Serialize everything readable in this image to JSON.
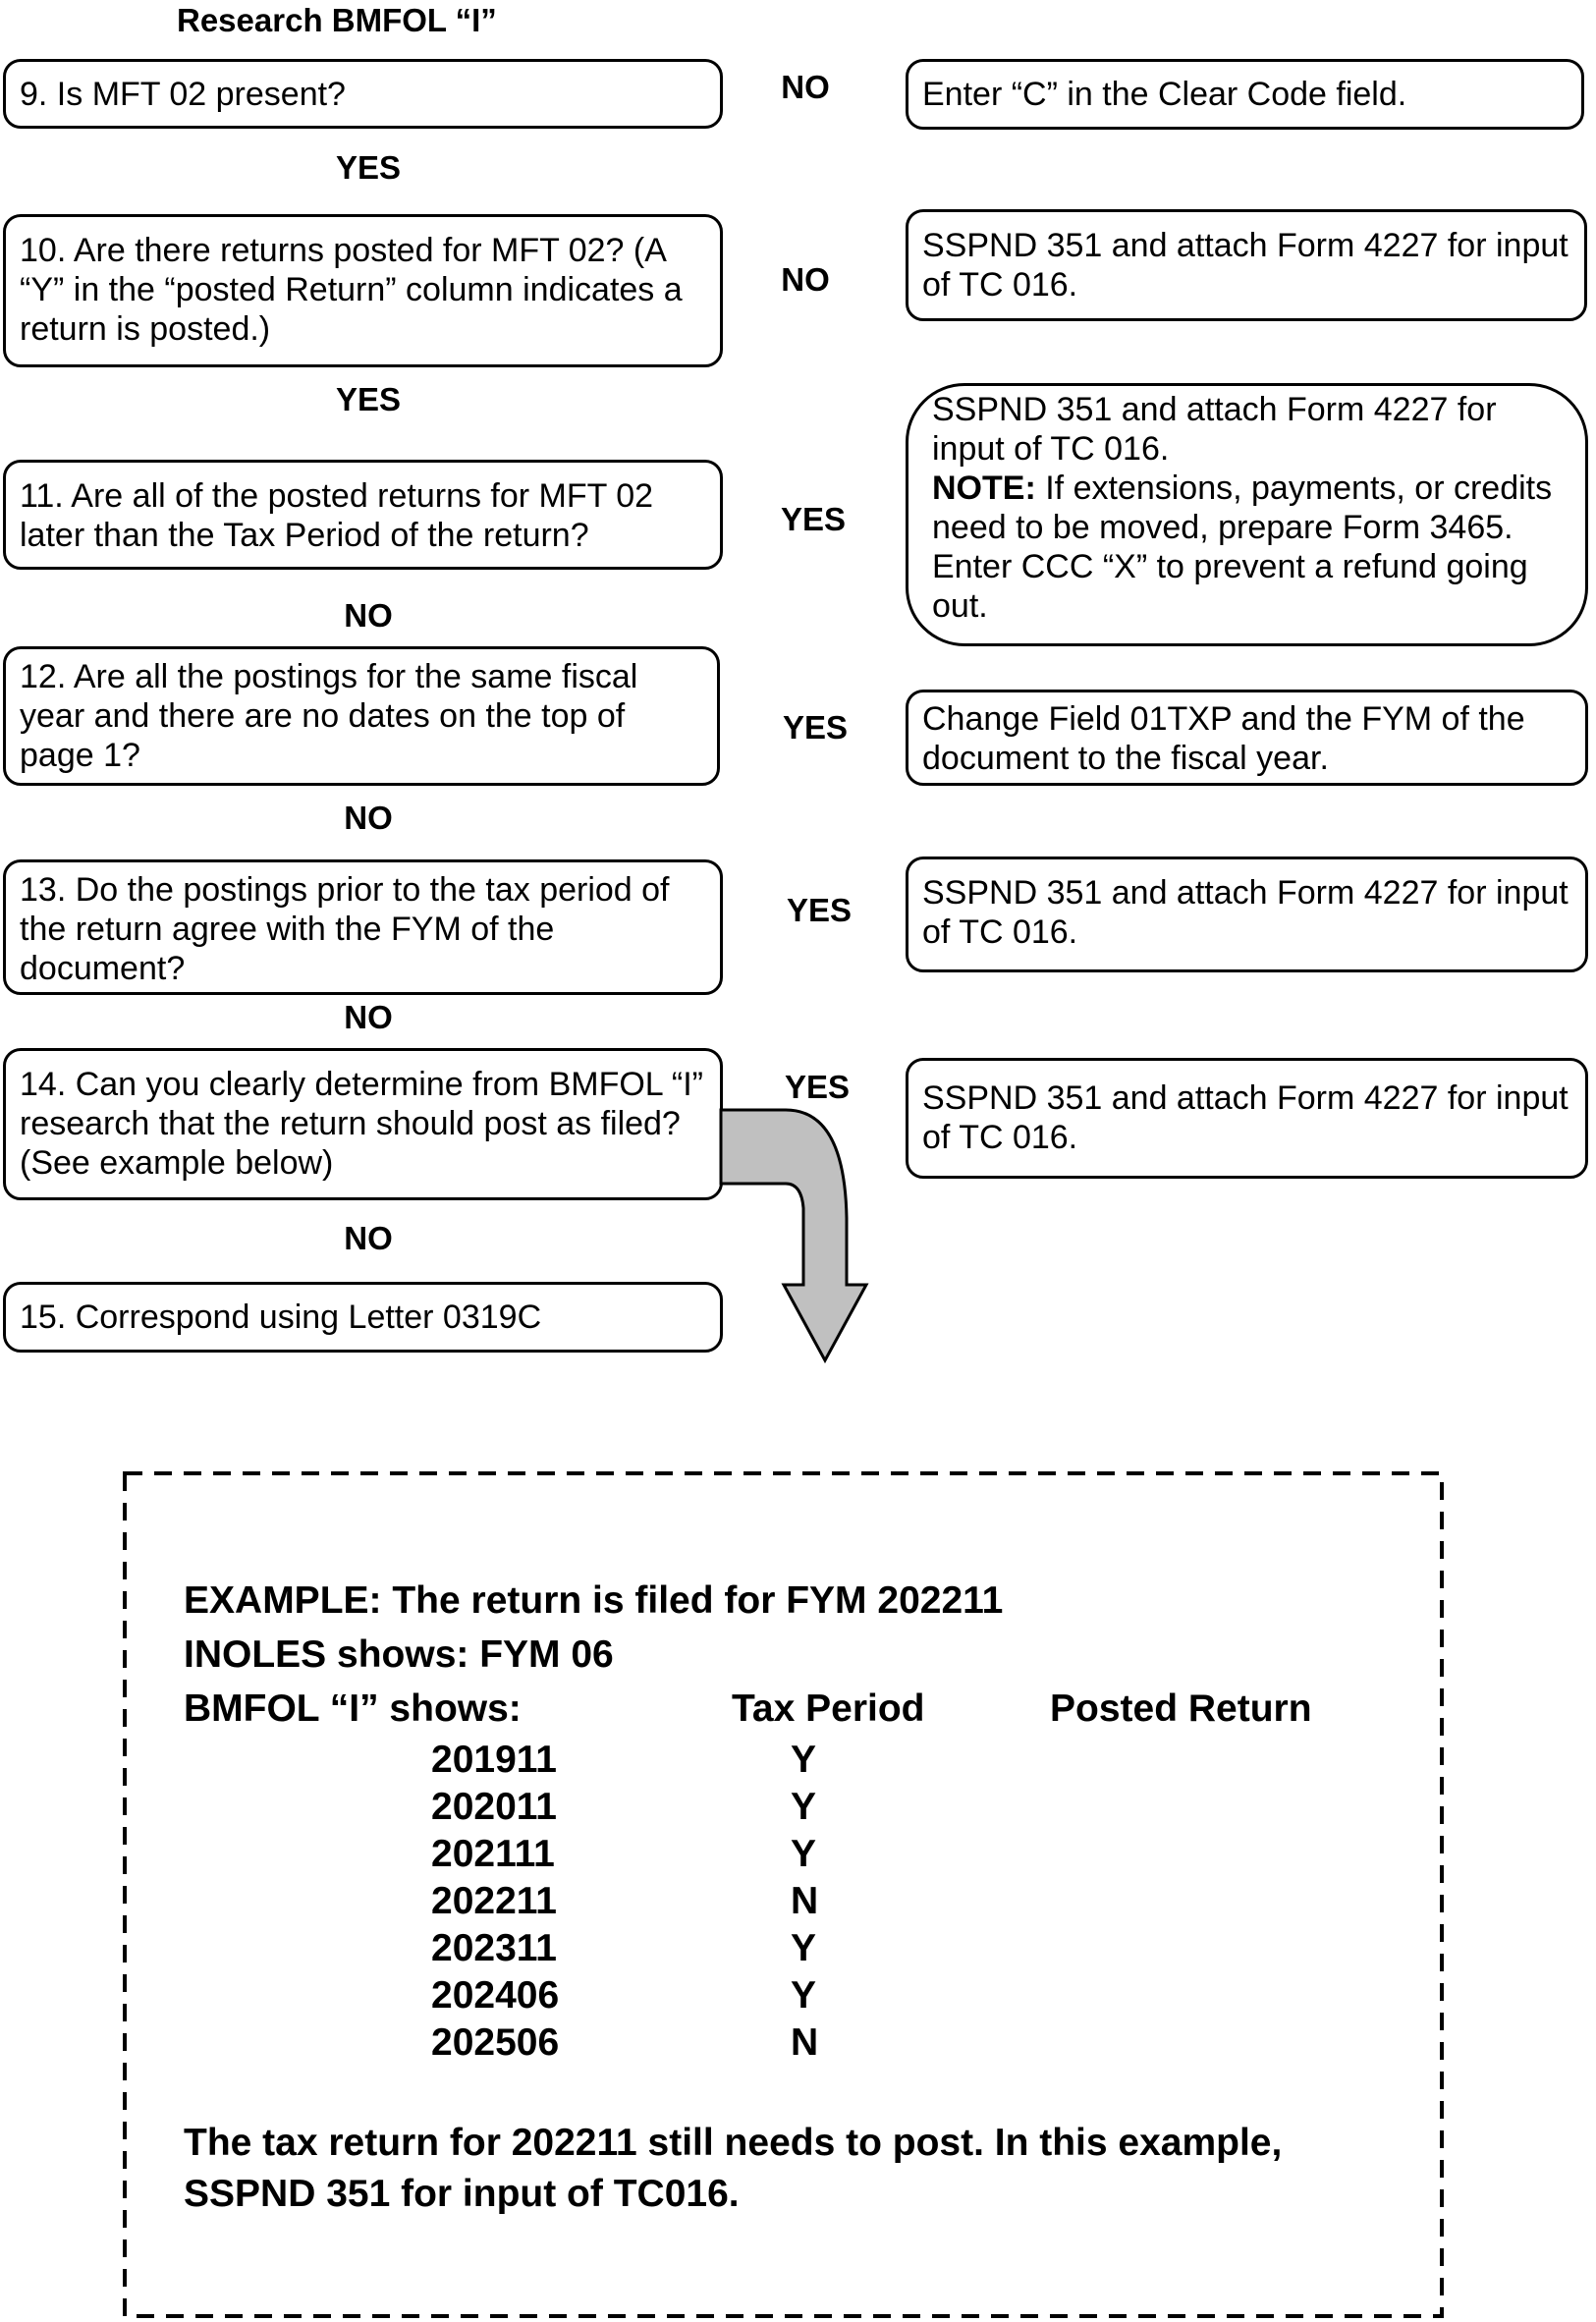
{
  "title": "Research BMFOL “I”",
  "steps": [
    {
      "question": "9. Is MFT 02 present?",
      "branch_label": "NO",
      "next_label": "YES",
      "outcome": "Enter “C” in the Clear Code field."
    },
    {
      "question": "10. Are there returns posted for MFT 02?  (A “Y” in the “posted Return” column indicates a return is posted.)",
      "branch_label": "NO",
      "next_label": "YES",
      "outcome": "SSPND 351 and attach Form 4227 for input of TC 016."
    },
    {
      "question": "11. Are all of the posted returns for MFT 02 later than the Tax Period of the return?",
      "branch_label": "YES",
      "next_label": "NO",
      "outcome": "SSPND 351 and attach Form 4227 for input of TC 016.",
      "note_label": "NOTE:",
      "note_text": "  If extensions, payments, or credits need to be moved, prepare Form 3465.  Enter CCC “X” to prevent a refund going out."
    },
    {
      "question": "12. Are all the postings for the same fiscal year and there are no dates on the top of page 1?",
      "branch_label": "YES",
      "next_label": "NO",
      "outcome": "Change Field 01TXP and the FYM of the document to the fiscal year."
    },
    {
      "question": "13. Do the postings prior to the tax period of the return agree with the FYM of the document?",
      "branch_label": "YES",
      "next_label": "NO",
      "outcome": "SSPND 351 and attach Form 4227 for input of TC 016."
    },
    {
      "question": "14. Can you clearly determine from BMFOL “I” research that the return should post as filed? (See example below)",
      "branch_label": "YES",
      "next_label": "NO",
      "outcome": "SSPND 351 and attach Form 4227 for input of TC 016."
    },
    {
      "question": "15. Correspond using Letter 0319C"
    }
  ],
  "example": {
    "line1": "EXAMPLE:   The return is filed for FYM 202211",
    "line2": "INOLES shows: FYM 06",
    "line3_label": "BMFOL “I” shows:",
    "col_tax_period": "Tax Period",
    "col_posted_return": "Posted Return",
    "rows": [
      {
        "period": "201911",
        "posted": "Y"
      },
      {
        "period": "202011",
        "posted": "Y"
      },
      {
        "period": "202111",
        "posted": "Y"
      },
      {
        "period": "202211",
        "posted": "N"
      },
      {
        "period": "202311",
        "posted": "Y"
      },
      {
        "period": "202406",
        "posted": "Y"
      },
      {
        "period": "202506",
        "posted": "N"
      }
    ],
    "conclusion_line1": "The tax return for 202211 still needs to post.  In this example,",
    "conclusion_line2": "SSPND 351 for input of TC016."
  },
  "colors": {
    "arrow_fill": "#c0c0c0",
    "stroke": "#000000"
  }
}
